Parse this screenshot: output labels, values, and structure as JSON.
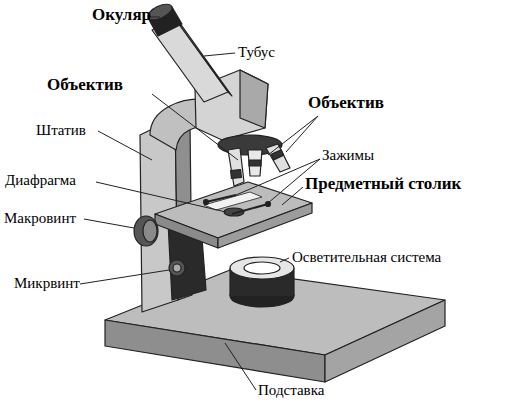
{
  "diagram": {
    "labels": [
      "Окуляр",
      "Тубус",
      "Объектив",
      "Объектив",
      "Штатив",
      "Зажимы",
      "Диафрагма",
      "Предметный столик",
      "Макровинт",
      "Осветительная система",
      "Микрвинт",
      "Подставка"
    ]
  }
}
